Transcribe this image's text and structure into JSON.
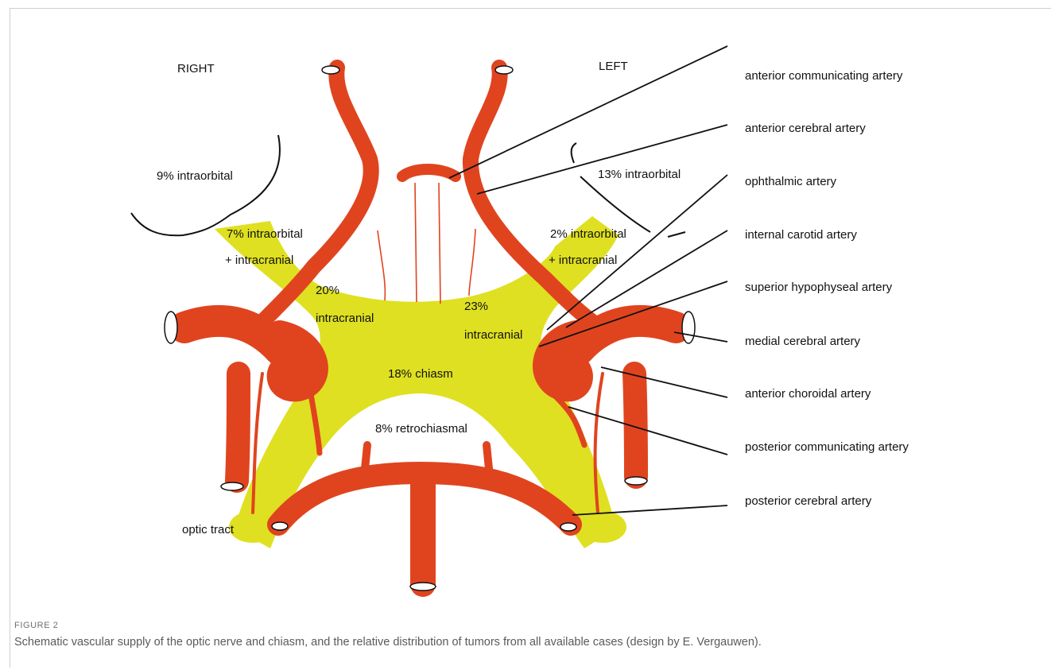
{
  "figure": {
    "colors": {
      "artery": "#e0441f",
      "nerve": "#dfe021",
      "outline": "#111111",
      "leader": "#111111"
    },
    "side_labels": {
      "right": "RIGHT",
      "left": "LEFT"
    },
    "region_labels": {
      "right_intraorbital": "9% intraorbital",
      "left_intraorbital": "13% intraorbital",
      "right_intraorbital_intracranial_1": "7% intraorbital",
      "right_intraorbital_intracranial_2": "+ intracranial",
      "left_intraorbital_intracranial_1": "2% intraorbital",
      "left_intraorbital_intracranial_2": "+ intracranial",
      "right_intracranial_1": "20%",
      "right_intracranial_2": "intracranial",
      "left_intracranial_1": "23%",
      "left_intracranial_2": "intracranial",
      "chiasm": "18% chiasm",
      "retrochiasmal": "8% retrochiasmal",
      "optic_tract": "optic tract"
    },
    "artery_labels": [
      "anterior communicating artery",
      "anterior cerebral artery",
      "ophthalmic artery",
      "internal carotid artery",
      "superior hypophyseal artery",
      "medial cerebral artery",
      "anterior choroidal artery",
      "posterior communicating artery",
      "posterior cerebral artery"
    ]
  },
  "caption": {
    "label": "FIGURE 2",
    "text": "Schematic vascular supply of the optic nerve and chiasm, and the relative distribution of tumors from all available cases (design by E. Vergauwen)."
  }
}
